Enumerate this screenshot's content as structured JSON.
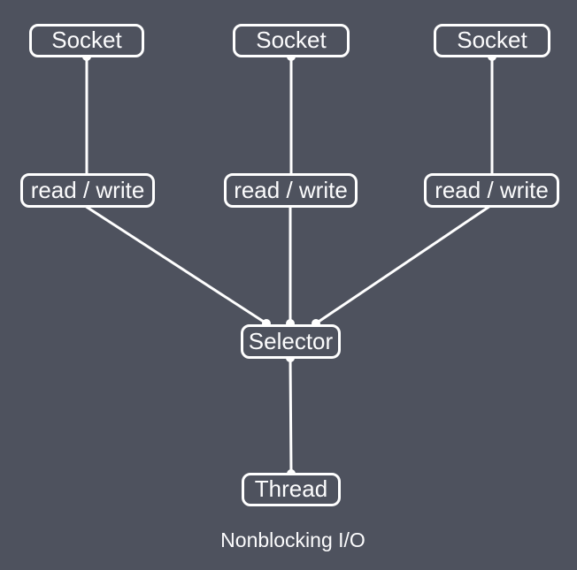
{
  "diagram": {
    "caption": "Nonblocking I/O",
    "colors": {
      "background": "#4e525e",
      "line": "#ffffff",
      "node_border": "#ffffff",
      "text": "#fcfcfd"
    },
    "nodes": {
      "socket1": {
        "label": "Socket"
      },
      "socket2": {
        "label": "Socket"
      },
      "socket3": {
        "label": "Socket"
      },
      "rw1": {
        "label": "read / write"
      },
      "rw2": {
        "label": "read / write"
      },
      "rw3": {
        "label": "read / write"
      },
      "selector": {
        "label": "Selector"
      },
      "thread": {
        "label": "Thread"
      }
    },
    "edges": [
      {
        "from": "socket1",
        "to": "rw1"
      },
      {
        "from": "socket2",
        "to": "rw2"
      },
      {
        "from": "socket3",
        "to": "rw3"
      },
      {
        "from": "rw1",
        "to": "selector"
      },
      {
        "from": "rw2",
        "to": "selector"
      },
      {
        "from": "rw3",
        "to": "selector"
      },
      {
        "from": "selector",
        "to": "thread"
      }
    ]
  }
}
